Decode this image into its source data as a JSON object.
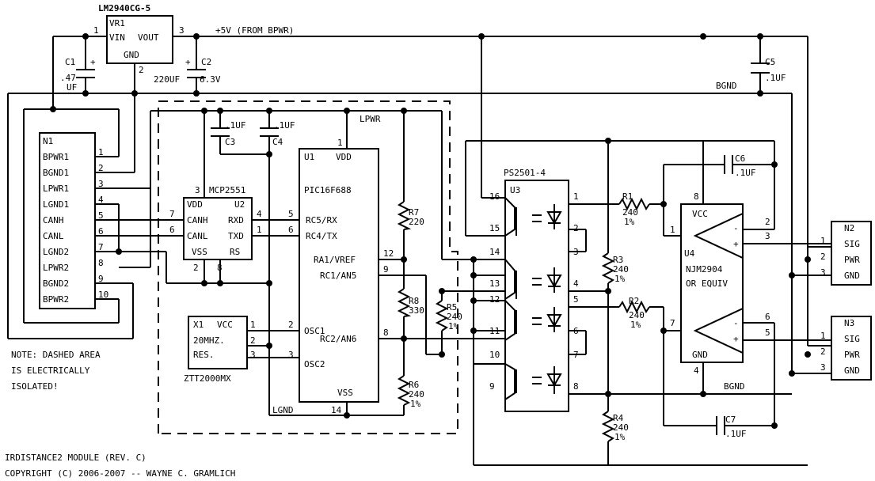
{
  "title_block": {
    "line1": "IRDISTANCE2 MODULE (REV. C)",
    "line2": "COPYRIGHT (C) 2006-2007 -- WAYNE C. GRAMLICH"
  },
  "note": {
    "line1": "NOTE: DASHED AREA",
    "line2": "IS ELECTRICALLY",
    "line3": "ISOLATED!"
  },
  "nets": {
    "plus5v": "+5V (FROM BPWR)",
    "bgnd_top": "BGND",
    "bgnd_bottom": "BGND",
    "lpwr": "LPWR",
    "lgnd": "LGND"
  },
  "vr1": {
    "part": "LM2940CG-5",
    "ref": "VR1",
    "vin": "VIN",
    "vout": "VOUT",
    "gnd": "GND",
    "pin1": "1",
    "pin2": "2",
    "pin3": "3"
  },
  "c1": {
    "ref": "C1",
    "val1": ".47",
    "val2": "UF",
    "plus": "+"
  },
  "c2": {
    "ref": "C2",
    "val1": "220UF",
    "val2": "6.3V",
    "plus": "+"
  },
  "c3": {
    "ref": "C3",
    "val": ".1UF"
  },
  "c4": {
    "ref": "C4",
    "val": ".1UF"
  },
  "c5": {
    "ref": "C5",
    "val": ".1UF"
  },
  "c6": {
    "ref": "C6",
    "val": ".1UF"
  },
  "c7": {
    "ref": "C7",
    "val": ".1UF"
  },
  "n1": {
    "ref": "N1",
    "pins": [
      {
        "name": "BPWR1",
        "num": "1"
      },
      {
        "name": "BGND1",
        "num": "2"
      },
      {
        "name": "LPWR1",
        "num": "3"
      },
      {
        "name": "LGND1",
        "num": "4"
      },
      {
        "name": "CANH",
        "num": "5"
      },
      {
        "name": "CANL",
        "num": "6"
      },
      {
        "name": "LGND2",
        "num": "7"
      },
      {
        "name": "LPWR2",
        "num": "8"
      },
      {
        "name": "BGND2",
        "num": "9"
      },
      {
        "name": "BPWR2",
        "num": "10"
      }
    ]
  },
  "u2": {
    "part": "MCP2551",
    "ref": "U2",
    "vdd": "VDD",
    "canh": "CANH",
    "canl": "CANL",
    "vss": "VSS",
    "rxd": "RXD",
    "txd": "TXD",
    "rs": "RS",
    "p1": "1",
    "p2": "2",
    "p3": "3",
    "p4": "4",
    "p6": "6",
    "p7": "7",
    "p8": "8"
  },
  "u1": {
    "ref": "U1",
    "part": "PIC16F688",
    "vdd": "VDD",
    "vss": "VSS",
    "rc5": "RC5/RX",
    "rc4": "RC4/TX",
    "ra1": "RA1/VREF",
    "rc1": "RC1/AN5",
    "osc1": "OSC1",
    "rc2": "RC2/AN6",
    "osc2": "OSC2",
    "p1": "1",
    "p2": "2",
    "p3": "3",
    "p5": "5",
    "p6": "6",
    "p8": "8",
    "p9": "9",
    "p12": "12",
    "p14": "14"
  },
  "x1": {
    "ref": "X1",
    "vcc": "VCC",
    "freq": "20MHZ.",
    "res": "RES.",
    "part": "ZTT2000MX",
    "p1": "1",
    "p2": "2",
    "p3": "3"
  },
  "u3": {
    "part": "PS2501-4",
    "ref": "U3",
    "left_pins": [
      "16",
      "15",
      "14",
      "13",
      "12",
      "11",
      "10",
      "9"
    ],
    "right_pins": [
      "1",
      "2",
      "3",
      "4",
      "5",
      "6",
      "7",
      "8"
    ]
  },
  "resistors": {
    "r1": {
      "ref": "R1",
      "val": "240",
      "tol": "1%"
    },
    "r2": {
      "ref": "R2",
      "val": "240",
      "tol": "1%"
    },
    "r3": {
      "ref": "R3",
      "val": "240",
      "tol": "1%"
    },
    "r4": {
      "ref": "R4",
      "val": "240",
      "tol": "1%"
    },
    "r5": {
      "ref": "R5",
      "val": "240",
      "tol": "1%"
    },
    "r6": {
      "ref": "R6",
      "val": "240",
      "tol": "1%"
    },
    "r7": {
      "ref": "R7",
      "val": "220"
    },
    "r8": {
      "ref": "R8",
      "val": "330"
    }
  },
  "u4": {
    "vcc": "VCC",
    "ref": "U4",
    "part": "NJM2904",
    "equiv": "OR EQUIV",
    "gnd": "GND",
    "p1": "1",
    "p2": "2",
    "p3": "3",
    "p4": "4",
    "p5": "5",
    "p6": "6",
    "p7": "7",
    "p8": "8",
    "minus": "-",
    "plus": "+"
  },
  "n2": {
    "ref": "N2",
    "pins": [
      {
        "num": "1",
        "name": "SIG"
      },
      {
        "num": "2",
        "name": "PWR"
      },
      {
        "num": "3",
        "name": "GND"
      }
    ]
  },
  "n3": {
    "ref": "N3",
    "pins": [
      {
        "num": "1",
        "name": "SIG"
      },
      {
        "num": "2",
        "name": "PWR"
      },
      {
        "num": "3",
        "name": "GND"
      }
    ]
  }
}
